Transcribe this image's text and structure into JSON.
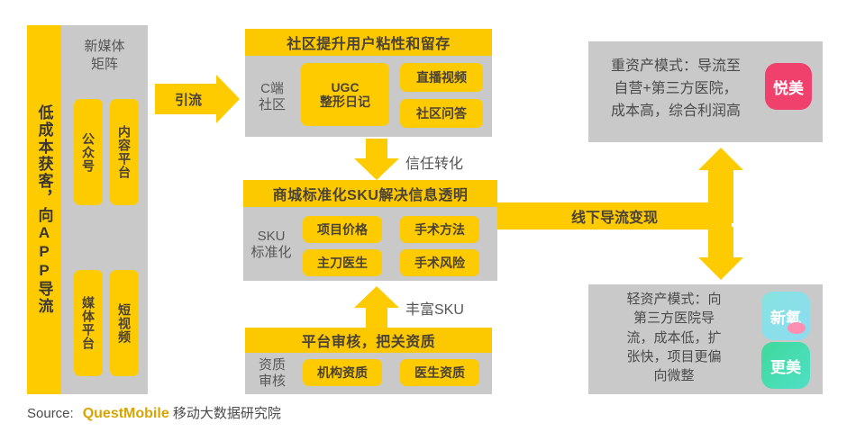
{
  "left": {
    "vertical_bar_label": "低成本获客，向APP导流",
    "media_matrix_title": "新媒体\n矩阵",
    "channels": [
      {
        "label": "公众号"
      },
      {
        "label": "内容平台"
      },
      {
        "label": "媒体平台"
      },
      {
        "label": "短视频"
      }
    ]
  },
  "connectors": {
    "drainage": "引流",
    "trust_conversion": "信任转化",
    "enrich_sku": "丰富SKU",
    "offline_monetization": "线下导流变现"
  },
  "community": {
    "header": "社区提升用户粘性和留存",
    "side_label": "C端\n社区",
    "chips": [
      {
        "label": "UGC\n整形日记"
      },
      {
        "label": "直播视频"
      },
      {
        "label": "社区问答"
      }
    ]
  },
  "sku": {
    "header": "商城标准化SKU解决信息透明",
    "side_label": "SKU\n标准化",
    "chips": [
      {
        "label": "项目价格"
      },
      {
        "label": "手术方法"
      },
      {
        "label": "主刀医生"
      },
      {
        "label": "手术风险"
      }
    ]
  },
  "audit": {
    "header": "平台审核，把关资质",
    "side_label": "资质\n审核",
    "chips": [
      {
        "label": "机构资质"
      },
      {
        "label": "医生资质"
      }
    ]
  },
  "heavy_asset": {
    "text": "重资产模式：导流至\n自营+第三方医院，\n成本高，综合利润高",
    "logos": [
      {
        "label": "悦美",
        "color": "#f0416d"
      }
    ]
  },
  "light_asset": {
    "text": "轻资产模式：向\n第三方医院导\n流，成本低，扩\n张快，项目更偏\n向微整",
    "logos": [
      {
        "label": "新氧",
        "color": "#86e3e0"
      },
      {
        "label": "更美",
        "color": "#3fd99b"
      }
    ]
  },
  "footer": {
    "source_label": "Source:",
    "brand": "QuestMobile",
    "suffix": "移动大数据研究院"
  },
  "colors": {
    "accent_yellow": "#fecb00",
    "header_yellow": "#fcc800",
    "panel_gray": "#c9c9c9",
    "brand_gold": "#d9a400"
  }
}
